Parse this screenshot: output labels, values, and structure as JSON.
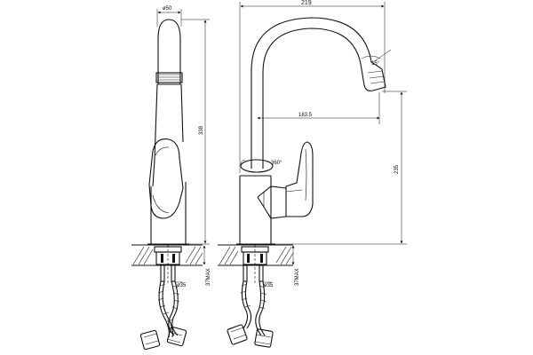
{
  "dimensions": {
    "spout_diameter": "ø50",
    "front_height": "338",
    "mount_hole_front": "ø35",
    "max_deck_front": "37MAX",
    "total_width": "219",
    "spout_angle": "15°",
    "reach": "183.5",
    "rotation": "360°",
    "spout_height": "235",
    "mount_hole_side": "ø35",
    "max_deck_side": "37MAX"
  },
  "colors": {
    "line": "#111111",
    "background": "#ffffff"
  }
}
